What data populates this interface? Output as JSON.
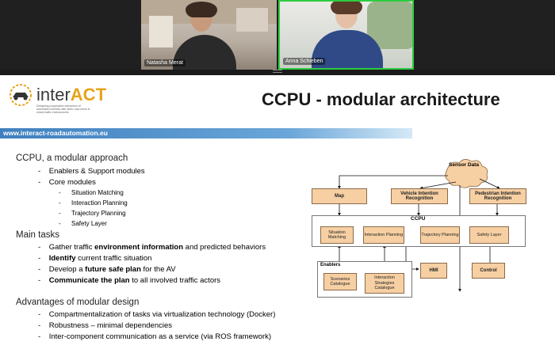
{
  "participants": [
    {
      "name": "Natasha Merat"
    },
    {
      "name": "Anna Schieben"
    }
  ],
  "slide": {
    "logo": {
      "prefix": "inter",
      "suffix": "ACT",
      "tagline": "Designing cooperative interaction of automated vehicles with other road users in mixed traffic environments"
    },
    "title": "CCPU - modular architecture",
    "url": "www.interact-roadautomation.eu",
    "sections": {
      "s1": {
        "heading": "CCPU, a modular approach"
      },
      "s1_items": {
        "a": "Enablers & Support modules",
        "b": "Core modules",
        "b1": "Situation Matching",
        "b2": "Interaction Planning",
        "b3": "Trajectory Planning",
        "b4": "Safety Layer"
      },
      "s2": {
        "heading": "Main tasks"
      },
      "s2_items": {
        "a_pre": "Gather traffic ",
        "a_bold": "environment information",
        "a_post": " and predicted behaviors",
        "b_bold": "Identify",
        "b_post": " current traffic situation",
        "c_pre": "Develop a ",
        "c_bold": "future safe plan",
        "c_post": " for the AV",
        "d_bold": "Communicate the plan",
        "d_post": " to all involved traffic actors"
      },
      "s3": {
        "heading": "Advantages of modular design"
      },
      "s3_items": {
        "a": "Compartmentalization of tasks via virtualization technology (Docker)",
        "b": "Robustness – minimal dependencies",
        "c": "Inter-component communication as a service (via ROS framework)"
      }
    },
    "diagram": {
      "sensor": "Sensor Data",
      "map": "Map",
      "vehicle": "Vehicle Intention Recognition",
      "pedestrian": "Pedestrian Intention Recognition",
      "ccpu": "CCPU",
      "situation": "Situation Matching",
      "interaction": "Interaction Planning",
      "trajectory": "Trajectory Planning",
      "safety": "Safety Layer",
      "enablers": "Enablers",
      "scenarios": "Scenarios Catalogue",
      "strategies": "Interaction Strategies Catalogue",
      "hmi": "HMI",
      "control": "Control"
    },
    "colors": {
      "box_fill": "#f6cfa3",
      "url_band": "#3f7fbf",
      "logo_accent": "#e8a31b",
      "active_speaker": "#2ecc40"
    }
  }
}
